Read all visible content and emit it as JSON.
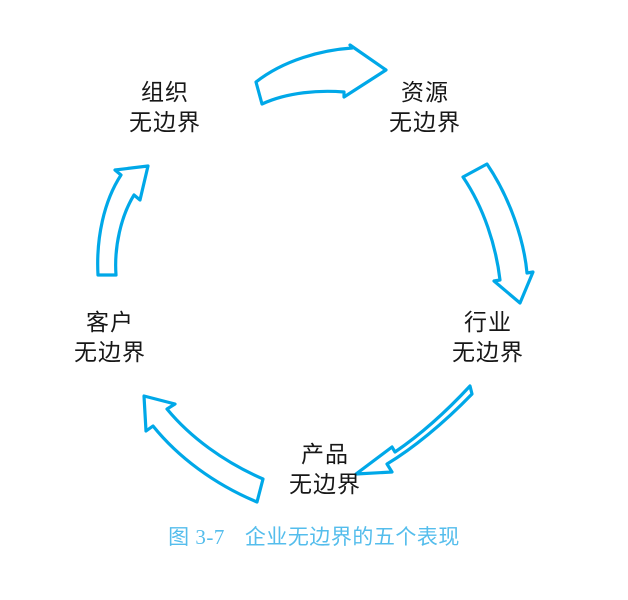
{
  "figure": {
    "caption_number": "图 3-7",
    "caption_title": "企业无边界的五个表现",
    "caption_color": "#54bdec",
    "arrow_color": "#00a8e8",
    "label_color": "#171717",
    "background_color": "#ffffff"
  },
  "nodes": [
    {
      "id": "organization",
      "line1": "组织",
      "line2": "无边界",
      "position": "top-left"
    },
    {
      "id": "resource",
      "line1": "资源",
      "line2": "无边界",
      "position": "top-right"
    },
    {
      "id": "industry",
      "line1": "行业",
      "line2": "无边界",
      "position": "right"
    },
    {
      "id": "product",
      "line1": "产品",
      "line2": "无边界",
      "position": "bottom"
    },
    {
      "id": "customer",
      "line1": "客户",
      "line2": "无边界",
      "position": "left"
    }
  ],
  "arrows": [
    {
      "id": "organization-to-resource",
      "from": "组织无边界",
      "to": "资源无边界",
      "direction": "right"
    },
    {
      "id": "resource-to-industry",
      "from": "资源无边界",
      "to": "行业无边界",
      "direction": "down"
    },
    {
      "id": "industry-to-product",
      "from": "行业无边界",
      "to": "产品无边界",
      "direction": "down-left"
    },
    {
      "id": "product-to-customer",
      "from": "产品无边界",
      "to": "客户无边界",
      "direction": "up-left"
    },
    {
      "id": "customer-to-organization",
      "from": "客户无边界",
      "to": "组织无边界",
      "direction": "up"
    }
  ]
}
